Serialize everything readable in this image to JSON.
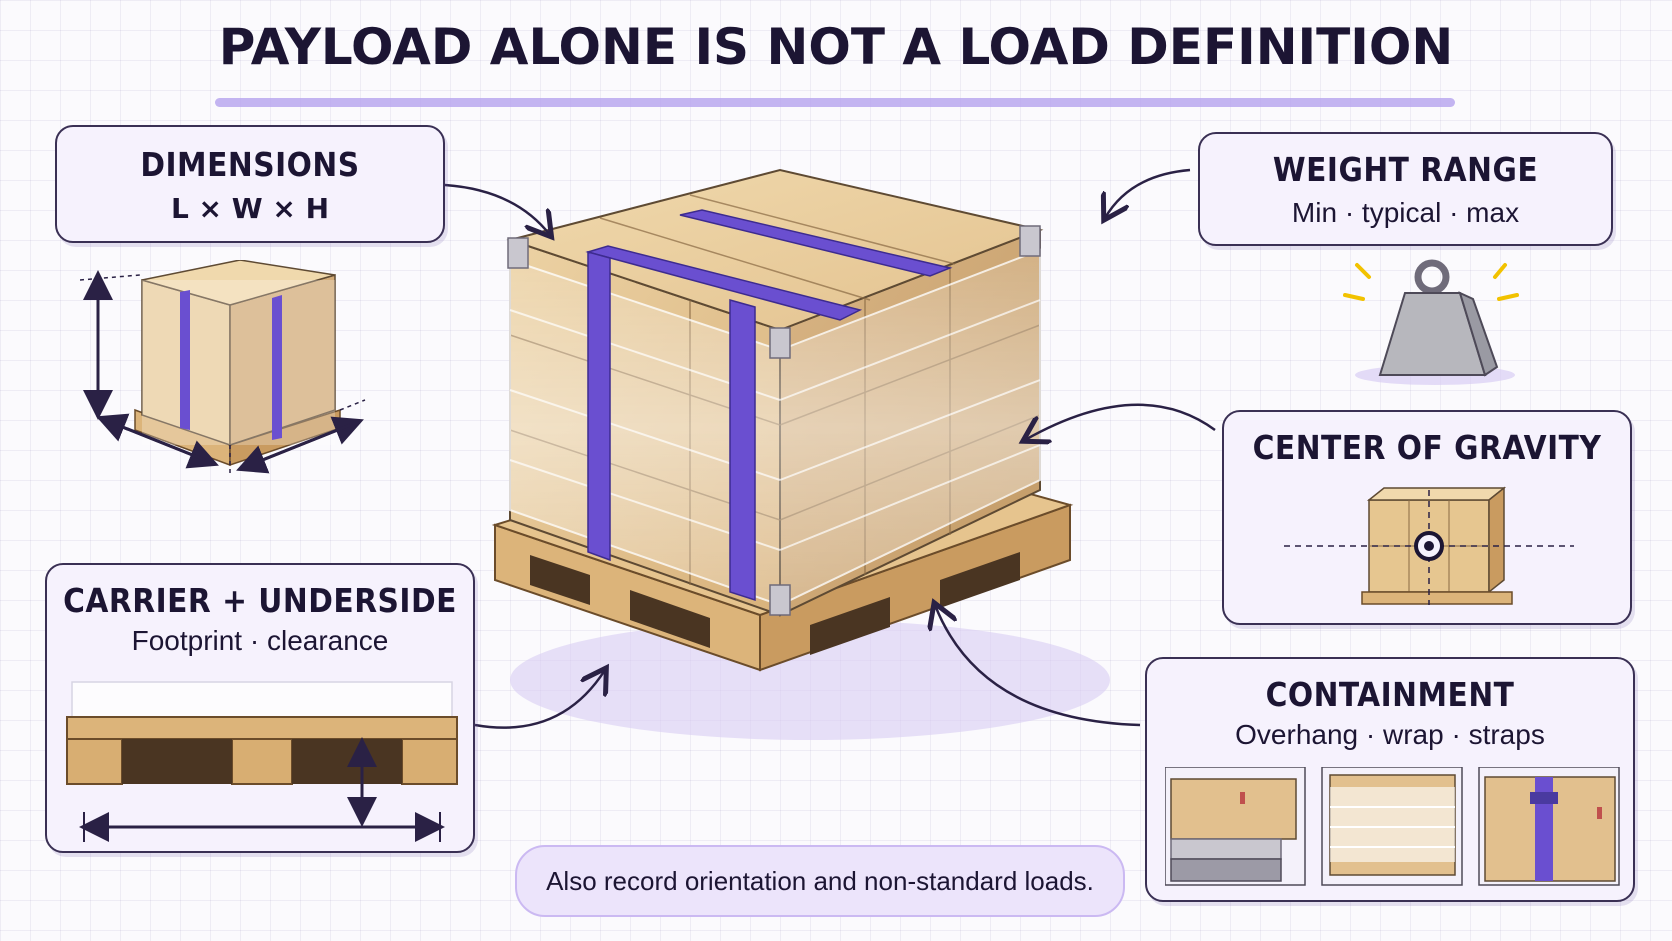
{
  "title": "PAYLOAD ALONE IS NOT A LOAD DEFINITION",
  "cards": {
    "dimensions": {
      "title": "DIMENSIONS",
      "subtitle": "L × W × H"
    },
    "weight_range": {
      "title": "WEIGHT RANGE",
      "subtitle": "Min · typical · max"
    },
    "center_of_gravity": {
      "title": "CENTER OF GRAVITY"
    },
    "carrier_underside": {
      "title": "CARRIER + UNDERSIDE",
      "subtitle": "Footprint · clearance"
    },
    "containment": {
      "title": "CONTAINMENT",
      "subtitle": "Overhang · wrap · straps"
    }
  },
  "note": "Also record orientation and non-standard loads.",
  "colors": {
    "ink": "#1c1533",
    "accent_purple": "#6a4fd0",
    "card_fill": "#f6f2fd",
    "cardboard": "#e2c08e",
    "pallet_wood": "#dcb47a",
    "weight_metal": "#b7b7bd",
    "spark_yellow": "#f2c200"
  },
  "icons": {
    "weight": "kettlebell-weight-icon",
    "target": "crosshair-target-icon"
  }
}
